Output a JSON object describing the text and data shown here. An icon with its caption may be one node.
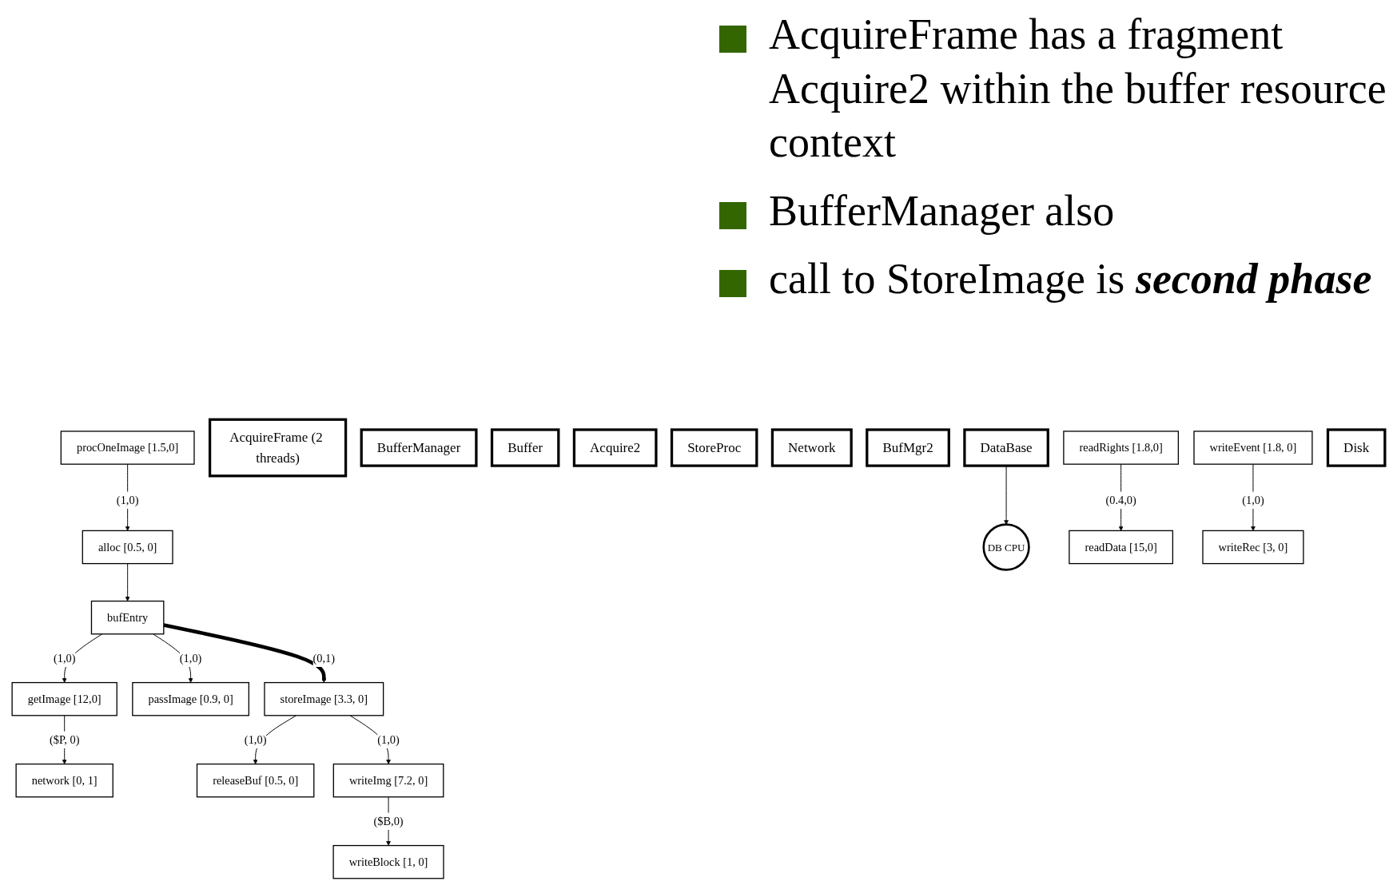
{
  "diagram": {
    "nodes": [
      {
        "text": [
          "procOneImage [1.5,0]"
        ]
      },
      {
        "text": [
          "AcquireFrame (2 threads)"
        ]
      },
      {
        "text": [
          "alloc [0.5, 0]"
        ]
      },
      {
        "text": [
          "BufferManager"
        ]
      },
      {
        "text": [
          "bufEntry"
        ]
      },
      {
        "text": [
          "Buffer"
        ]
      },
      {
        "text": [
          "getImage [12,0]"
        ]
      },
      {
        "text": [
          "passImage [0.9, 0]"
        ]
      },
      {
        "text": [
          "Acquire2"
        ]
      },
      {
        "text": [
          "storeImage [3.3, 0]"
        ]
      },
      {
        "text": [
          "StoreProc"
        ]
      },
      {
        "text": [
          "network [0, 1]"
        ]
      },
      {
        "text": [
          "Network"
        ]
      },
      {
        "text": [
          "releaseBuf [0.5, 0]"
        ]
      },
      {
        "text": [
          "BufMgr2"
        ]
      },
      {
        "text": [
          "writeImg [7.2, 0]"
        ]
      },
      {
        "text": [
          "readRights [1.8,0]"
        ]
      },
      {
        "text": [
          "writeEvent [1.8, 0]"
        ]
      },
      {
        "text": [
          "DataBase"
        ]
      },
      {
        "text": [
          "DB CPU"
        ]
      },
      {
        "text": [
          "writeBlock [1, 0]"
        ]
      },
      {
        "text": [
          "readData [15,0]"
        ]
      },
      {
        "text": [
          "writeRec [3, 0]"
        ]
      },
      {
        "text": [
          "Disk"
        ]
      }
    ],
    "edges": [
      {
        "from": 0,
        "to": 2,
        "arrow": "to",
        "label": "(1,0)"
      },
      {
        "from": 2,
        "to": 4,
        "arrow": "to"
      },
      {
        "from": 4,
        "to": 6,
        "arrow": "to",
        "label": "(1,0)"
      },
      {
        "from": 4,
        "to": 7,
        "arrow": "to",
        "label": "(1,0)"
      },
      {
        "from": 4,
        "to": 9,
        "arrow": "to",
        "label": "(0,1)",
        "style": "thick"
      },
      {
        "from": 6,
        "to": 11,
        "arrow": "to",
        "label": "($P, 0)"
      },
      {
        "from": 9,
        "to": 13,
        "arrow": "to",
        "label": "(1,0)"
      },
      {
        "from": 9,
        "to": 15,
        "arrow": "to",
        "label": "(1,0)"
      },
      {
        "from": 15,
        "to": 20,
        "arrow": "to",
        "label": "($B,0)"
      },
      {
        "from": 16,
        "to": 21,
        "arrow": "to",
        "label": "(0.4,0)"
      },
      {
        "from": 17,
        "to": 22,
        "arrow": "to",
        "label": "(1,0)"
      },
      {
        "from": 18,
        "to": 19,
        "arrow": "to"
      }
    ],
    "labels": [
      "AcquireFrame has a fragment Acquire2 within the buffer resource context",
      "BufferManager also",
      "call to StoreImage is **second phase**"
    ]
  }
}
